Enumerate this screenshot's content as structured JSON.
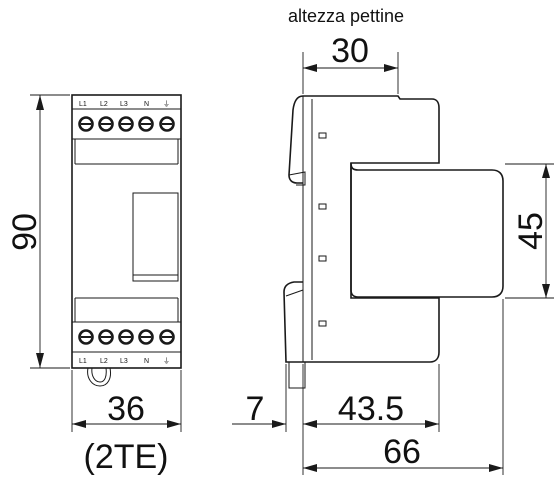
{
  "caption": "altezza pettine",
  "dimensions": {
    "height": "90",
    "width": "36",
    "modules": "(2TE)",
    "comb_height": "30",
    "inner_height": "45",
    "rail_offset": "7",
    "body_depth": "43.5",
    "total_depth": "66"
  },
  "terminals": [
    "L1",
    "L2",
    "L3",
    "N",
    "⏚"
  ]
}
